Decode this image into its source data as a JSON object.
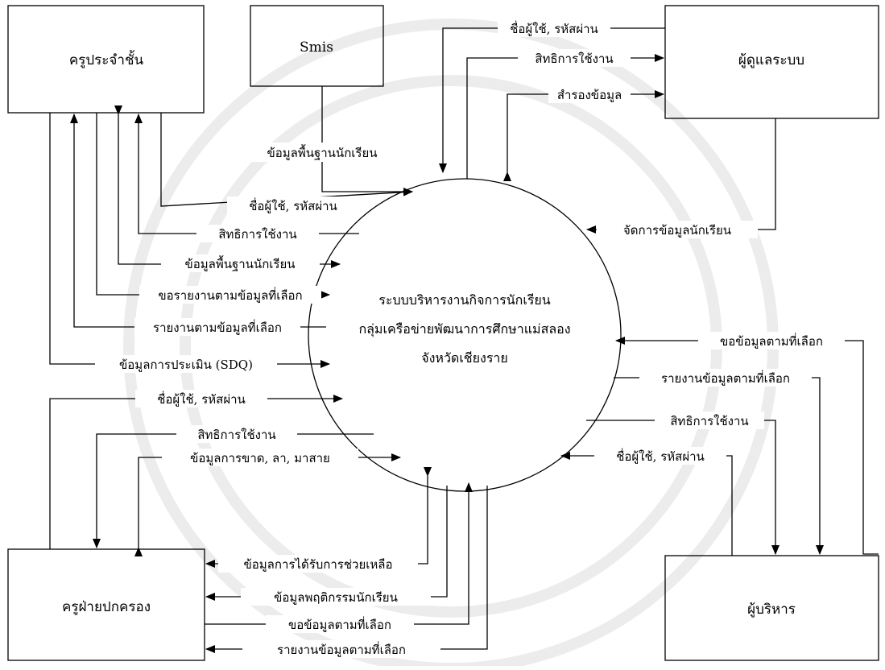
{
  "entities": {
    "class_teacher": "ครูประจำชั้น",
    "smis": "Smis",
    "admin": "ผู้ดูแลระบบ",
    "discipline_teacher": "ครูฝ่ายปกครอง",
    "executive": "ผู้บริหาร"
  },
  "process": {
    "line1": "ระบบบริหารงานกิจการนักเรียน",
    "line2": "กลุ่มเครือข่ายพัฒนาการศึกษาแม่สลอง",
    "line3": "จังหวัดเชียงราย"
  },
  "flows": {
    "smis_basic": "ข้อมูลพื้นฐานนักเรียน",
    "ct_login": "ชื่อผู้ใช้, รหัสผ่าน",
    "ct_rights": "สิทธิการใช้งาน",
    "ct_basic": "ข้อมูลพื้นฐานนักเรียน",
    "ct_req_report": "ขอรายงานตามข้อมูลที่เลือก",
    "ct_report": "รายงานตามข้อมูลที่เลือก",
    "ct_sdq": "ข้อมูลการประเมิน (SDQ)",
    "ad_login": "ชื่อผู้ใช้, รหัสผ่าน",
    "ad_rights": "สิทธิการใช้งาน",
    "ad_backup": "สำรองข้อมูล",
    "ad_manage": "จัดการข้อมูลนักเรียน",
    "ex_req": "ขอข้อมูลตามที่เลือก",
    "ex_report": "รายงานข้อมูลตามที่เลือก",
    "ex_rights": "สิทธิการใช้งาน",
    "ex_login": "ชื่อผู้ใช้, รหัสผ่าน",
    "dt_login": "ชื่อผู้ใช้, รหัสผ่าน",
    "dt_rights": "สิทธิการใช้งาน",
    "dt_absence": "ข้อมูลการขาด, ลา, มาสาย",
    "dt_help": "ข้อมูลการได้รับการช่วยเหลือ",
    "dt_behavior": "ข้อมูลพฤติกรรมนักเรียน",
    "dt_req": "ขอข้อมูลตามที่เลือก",
    "dt_report": "รายงานข้อมูลตามที่เลือก"
  }
}
